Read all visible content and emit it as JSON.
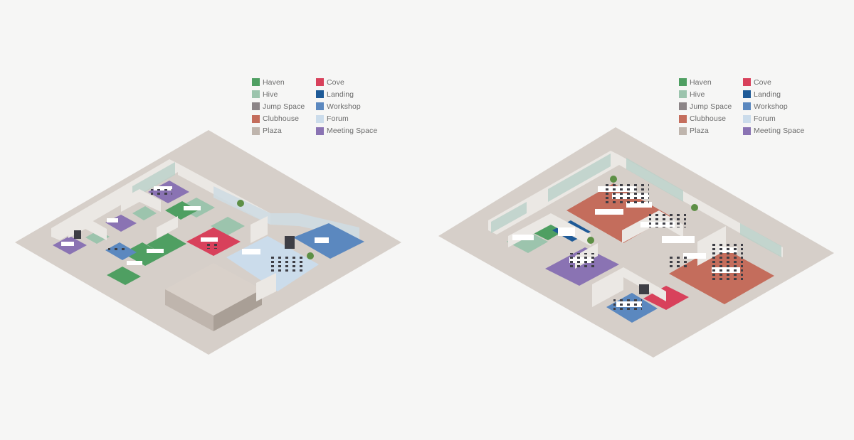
{
  "legend": {
    "items": [
      {
        "label": "Haven",
        "color": "#4f9f62"
      },
      {
        "label": "Hive",
        "color": "#9cc4ad"
      },
      {
        "label": "Jump Space",
        "color": "#8c8587"
      },
      {
        "label": "Clubhouse",
        "color": "#c46d5c"
      },
      {
        "label": "Plaza",
        "color": "#bfb5ad"
      },
      {
        "label": "Cove",
        "color": "#d8415b"
      },
      {
        "label": "Landing",
        "color": "#1e5a97"
      },
      {
        "label": "Workshop",
        "color": "#5b88bf"
      },
      {
        "label": "Forum",
        "color": "#cbdceb"
      },
      {
        "label": "Meeting Space",
        "color": "#8a73b3"
      }
    ]
  },
  "colors": {
    "background": "#f6f6f5",
    "floor": "#d6cfc9",
    "wall": "#ebe8e4",
    "glass": "#b9d0c8",
    "block": "#c9bfb6",
    "furniture": "#ffffff",
    "chair": "#3e3e45",
    "plant": "#5d8f45"
  }
}
